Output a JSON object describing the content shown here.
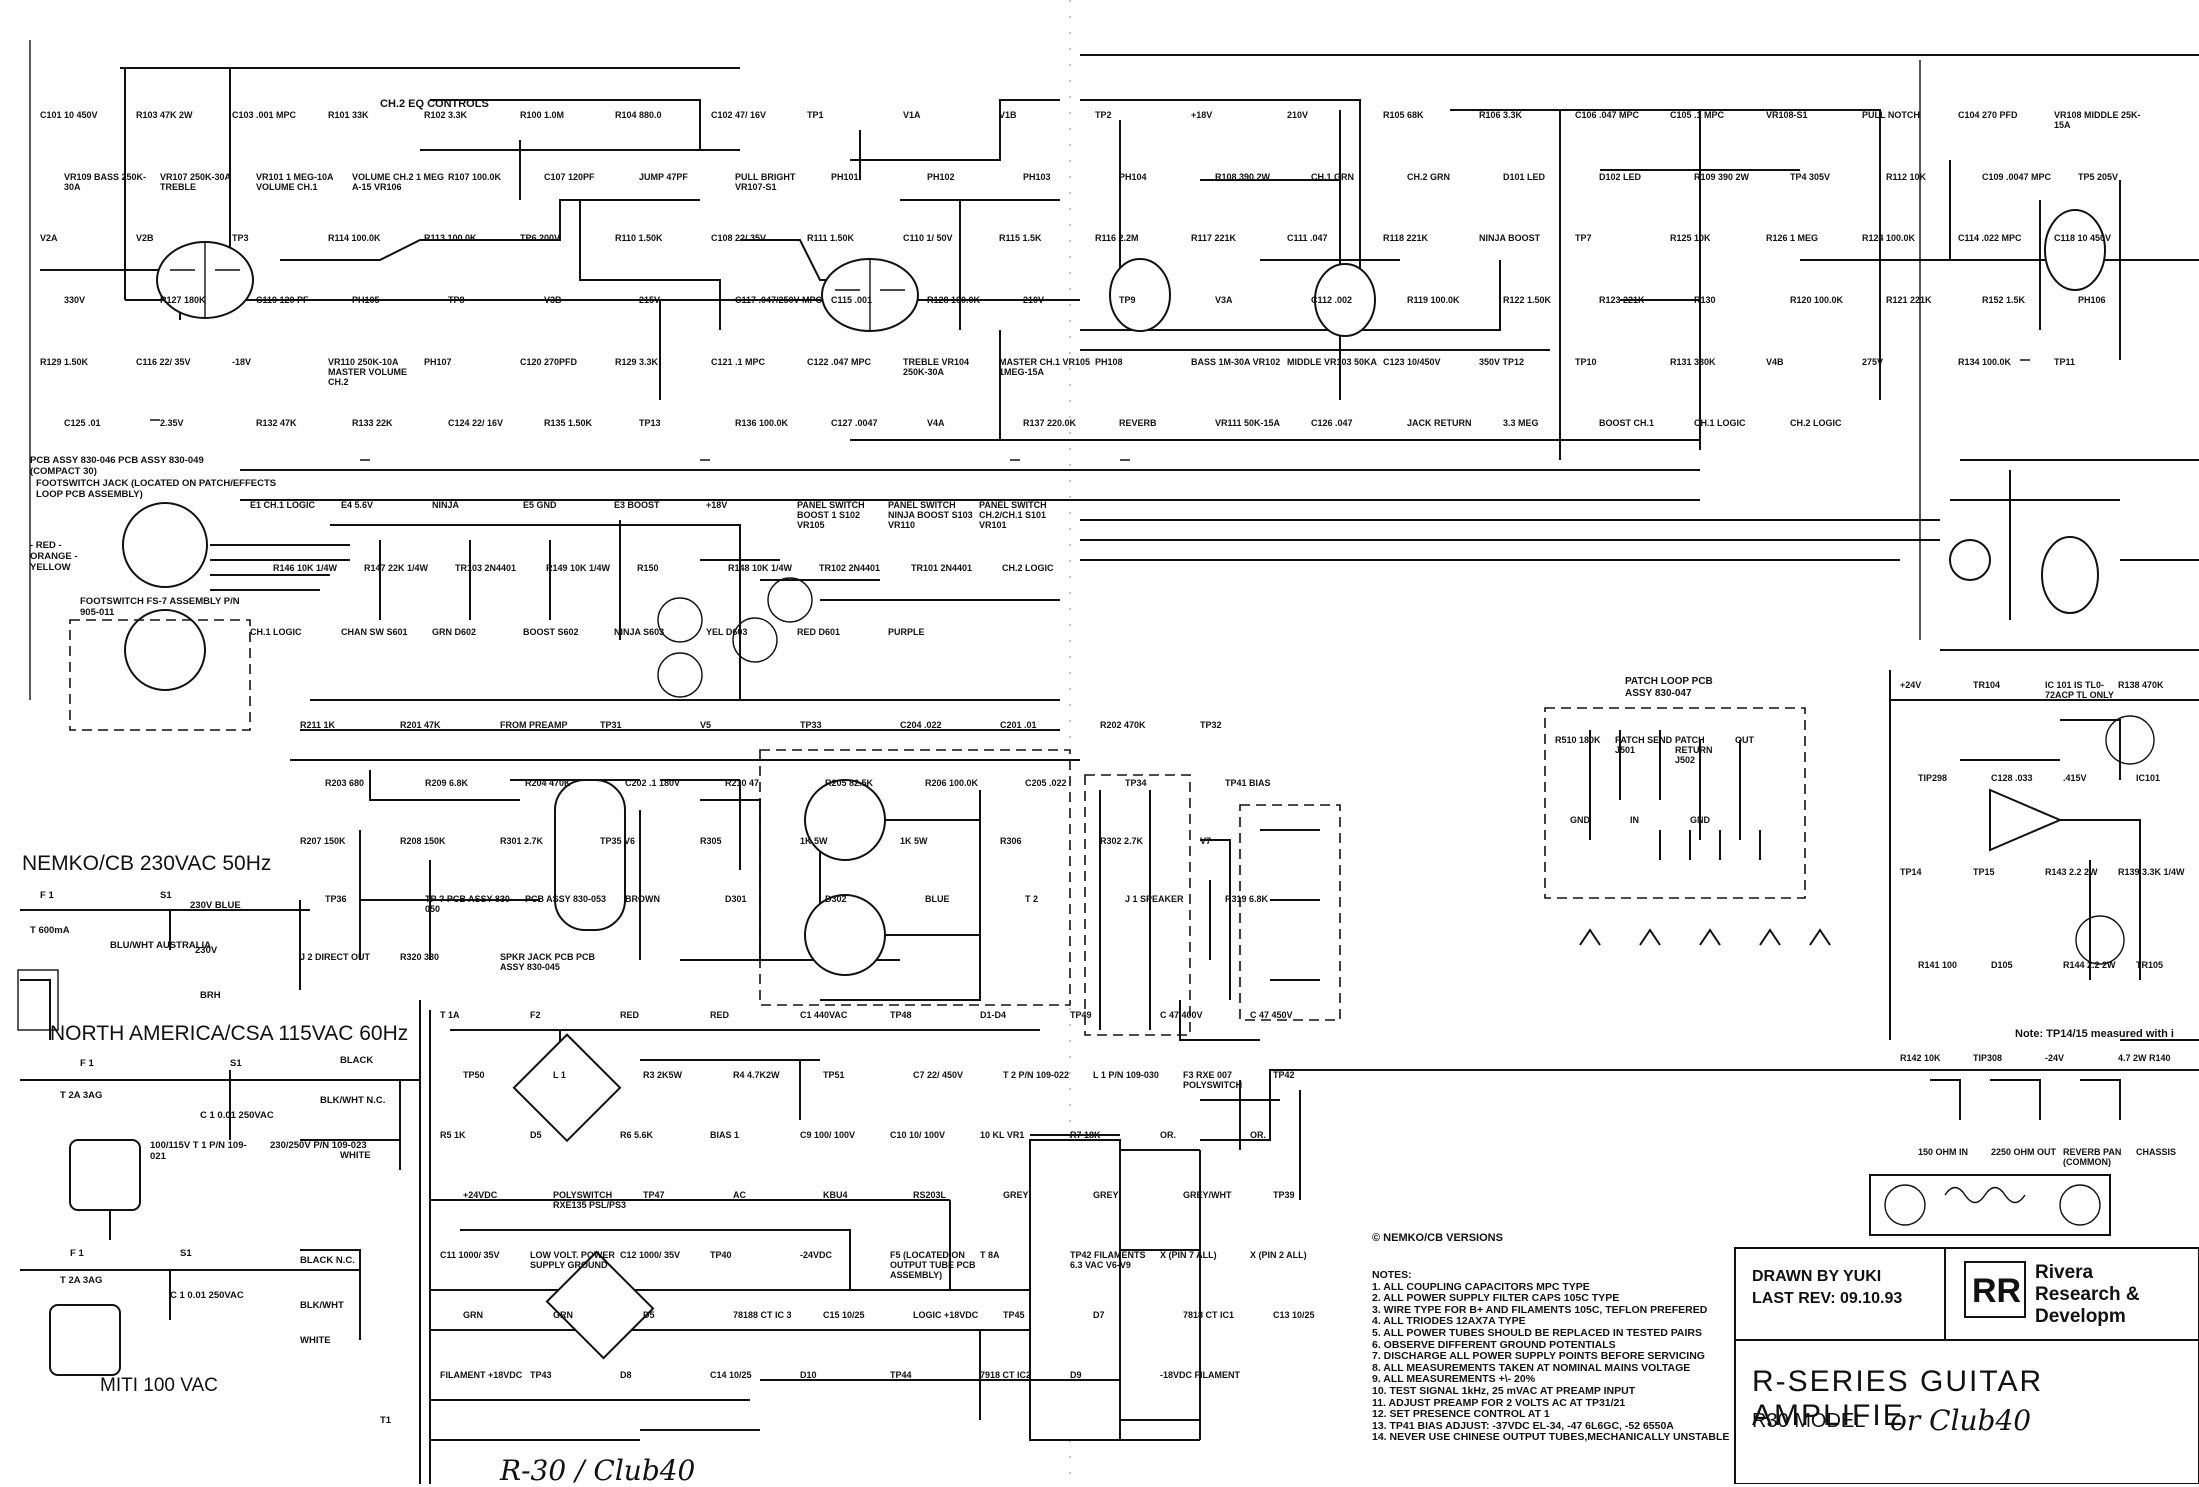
{
  "title_block": {
    "drawn_by": "DRAWN BY YUKI",
    "last_rev": "LAST REV: 09.10.93",
    "company_line1": "Rivera",
    "company_line2": "Research &",
    "company_line3": "Developm",
    "product": "R-SERIES GUITAR AMPLIFIE",
    "model": "R30 MODEL",
    "handwritten_model": "or Club40",
    "logo_letters": "RR"
  },
  "handwritten_footer": "R-30 / Club40",
  "notes": {
    "heading": "NOTES:",
    "items": [
      "1. ALL COUPLING CAPACITORS MPC TYPE",
      "2. ALL POWER SUPPLY FILTER CAPS 105C TYPE",
      "3. WIRE TYPE FOR B+ AND FILAMENTS 105C, TEFLON PREFERED",
      "4. ALL TRIODES 12AX7A TYPE",
      "5. ALL POWER TUBES SHOULD BE REPLACED IN TESTED PAIRS",
      "6. OBSERVE DIFFERENT GROUND POTENTIALS",
      "7. DISCHARGE ALL POWER SUPPLY POINTS BEFORE SERVICING",
      "8. ALL MEASUREMENTS TAKEN AT NOMINAL MAINS VOLTAGE",
      "9. ALL MEASUREMENTS +\\- 20%",
      "10. TEST SIGNAL 1kHz, 25 mVAC AT PREAMP INPUT",
      "11. ADJUST PREAMP FOR 2 VOLTS AC AT TP31/21",
      "12. SET PRESENCE CONTROL AT 1",
      "13. TP41 BIAS ADJUST: -37VDC EL-34, -47 6L6GC, -52 6550A",
      "14. NEVER USE CHINESE OUTPUT TUBES,MECHANICALLY UNSTABLE"
    ],
    "nemko_note": "© NEMKO/CB VERSIONS",
    "tp_note": "Note: TP14/15 measured with i"
  },
  "mains": {
    "nemko": "NEMKO/CB 230VAC 50Hz",
    "nemko_fuse": "F 1",
    "nemko_fuse_val": "T 600mA",
    "nemko_switch": "S1",
    "nemko_blue": "230V BLUE",
    "nemko_aus": "BLU/WHT AUSTRALIA",
    "nemko_230": "230V",
    "nemko_brh": "BRH",
    "na": "NORTH AMERICA/CSA 115VAC 60Hz",
    "na_fuse": "F 1",
    "na_fuse_val": "T 2A 3AG",
    "na_switch": "S1",
    "na_black": "BLACK",
    "na_blkwht": "BLK/WHT N.C.",
    "na_white": "WHITE",
    "na_cap": "C 1 0.01 250VAC",
    "na_pn1": "100/115V T 1 P/N 109-021",
    "na_pn2": "230/250V P/N 109-023",
    "miti": "MITI 100 VAC",
    "miti_fuse": "F 1",
    "miti_fuse_val": "T 2A 3AG",
    "miti_switch": "S1",
    "miti_black": "BLACK N.C.",
    "miti_blkwht": "BLK/WHT",
    "miti_white": "WHITE",
    "miti_cap": "C 1 0.01 250VAC",
    "miti_t1": "T1"
  },
  "preamp": {
    "eq_title": "CH.2 EQ CONTROLS",
    "labels": [
      "C101 10 450V",
      "R103 47K 2W",
      "C103 .001 MPC",
      "R101 33K",
      "R102 3.3K",
      "R100 1.0M",
      "R104 880.0",
      "C102 47/ 16V",
      "TP1",
      "V1A",
      "V1B",
      "TP2",
      "+18V",
      "210V",
      "R105 68K",
      "R106 3.3K",
      "C106 .047 MPC",
      "C105 .1 MPC",
      "VR108-S1",
      "PULL NOTCH",
      "C104 270 PFD",
      "VR108 MIDDLE 25K-15A",
      "VR109 BASS 250K-30A",
      "VR107 250K-30A TREBLE",
      "VR101 1 MEG-10A VOLUME CH.1",
      "VOLUME CH.2 1 MEG A-15 VR106",
      "R107 100.0K",
      "C107 120PF",
      "JUMP 47PF",
      "PULL BRIGHT VR107-S1",
      "PH101",
      "PH102",
      "PH103",
      "PH104",
      "R108 390 2W",
      "CH.1 GRN",
      "CH.2 GRN",
      "D101 LED",
      "D102 LED",
      "R109 390 2W",
      "TP4 305V",
      "R112 10K",
      "C109 .0047 MPC",
      "TP5 205V",
      "V2A",
      "V2B",
      "TP3",
      "R114 100.0K",
      "R113 100.0K",
      "TP6 200V",
      "R110 1.50K",
      "C108 22/ 35V",
      "R111 1.50K",
      "C110 1/ 50V",
      "R115 1.5K",
      "R116 2.2M",
      "R117 221K",
      "C111 .047",
      "R118 221K",
      "NINJA BOOST",
      "TP7",
      "R125 10K",
      "R126 1 MEG",
      "R124 100.0K",
      "C114 .022 MPC",
      "C118 10 450V",
      "330V",
      "R127 180K",
      "C119 120 PF",
      "PH105",
      "TP8",
      "V3B",
      "215V",
      "C117 .047/250V MPC",
      "C115 .001",
      "R128 100.0K",
      "210V",
      "TP9",
      "V3A",
      "C112 .002",
      "R119 100.0K",
      "R122 1.50K",
      "R123 221K",
      "R130",
      "R120 100.0K",
      "R121 221K",
      "R152 1.5K",
      "PH106",
      "R129 1.50K",
      "C116 22/ 35V",
      "-18V",
      "VR110 250K-10A MASTER VOLUME CH.2",
      "PH107",
      "C120 270PFD",
      "R129 3.3K",
      "C121 .1 MPC",
      "C122 .047 MPC",
      "TREBLE VR104 250K-30A",
      "MASTER CH.1 VR105 1MEG-15A",
      "PH108",
      "BASS 1M-30A VR102",
      "MIDDLE VR103 50KA",
      "C123 10/450V",
      "350V TP12",
      "TP10",
      "R131 330K",
      "V4B",
      "275V",
      "R134 100.0K",
      "TP11",
      "C125 .01",
      "2.35V",
      "R132 47K",
      "R133 22K",
      "C124 22/ 16V",
      "R135 1.50K",
      "TP13",
      "R136 100.0K",
      "C127 .0047",
      "V4A",
      "R137 220.0K",
      "REVERB",
      "VR111 50K-15A",
      "C126 .047",
      "JACK RETURN",
      "3.3 MEG",
      "BOOST CH.1",
      "CH.1 LOGIC",
      "CH.2 LOGIC"
    ]
  },
  "footswitch": {
    "pcb": "PCB ASSY 830-046 PCB ASSY 830-049 (COMPACT 30)",
    "jack": "FOOTSWITCH JACK (LOCATED ON PATCH/EFFECTS LOOP PCB ASSEMBLY)",
    "colors": "- RED - ORANGE - YELLOW",
    "fs7": "FOOTSWITCH FS-7 ASSEMBLY P/N 905-011",
    "labels": [
      "E1 CH.1 LOGIC",
      "E4 5.6V",
      "NINJA",
      "E5 GND",
      "E3 BOOST",
      "+18V",
      "PANEL SWITCH BOOST 1 S102 VR105",
      "PANEL SWITCH NINJA BOOST S103 VR110",
      "PANEL SWITCH CH.2/CH.1 S101 VR101",
      "R146 10K 1/4W",
      "R147 22K 1/4W",
      "TR103 2N4401",
      "R149 10K 1/4W",
      "R150",
      "R148 10K 1/4W",
      "TR102 2N4401",
      "TR101 2N4401",
      "CH.2 LOGIC",
      "CH.1 LOGIC",
      "CHAN SW S601",
      "GRN D602",
      "BOOST S602",
      "NINJA S603",
      "YEL D603",
      "RED D601",
      "PURPLE"
    ]
  },
  "poweramp": {
    "labels": [
      "R211 1K",
      "R201 47K",
      "FROM PREAMP",
      "TP31",
      "V5",
      "TP33",
      "C204 .022",
      "C201 .01",
      "R202 470K",
      "TP32",
      "R203 680",
      "R209 6.8K",
      "R204 470K",
      "C202 .1 180V",
      "R210 47",
      "R205 82.5K",
      "R206 100.0K",
      "C205 .022",
      "TP34",
      "TP41 BIAS",
      "R207 150K",
      "R208 150K",
      "R301 2.7K",
      "TP35 V6",
      "R305",
      "1K 5W",
      "1K 5W",
      "R306",
      "R302 2.7K",
      "V7",
      "TP36",
      "TP ? PCB ASSY 830-050",
      "PCB ASSY 830-053",
      "BROWN",
      "D301",
      "D302",
      "BLUE",
      "T 2",
      "J 1 SPEAKER",
      "R319 6.8K",
      "J 2 DIRECT OUT",
      "R320 330",
      "SPKR JACK PCB PCB ASSY 830-045"
    ]
  },
  "psu": {
    "labels": [
      "T 1A",
      "F2",
      "RED",
      "RED",
      "C1 440VAC",
      "TP48",
      "D1-D4",
      "TP49",
      "C 47 400V",
      "C 47 450V",
      "TP50",
      "L 1",
      "R3 2K5W",
      "R4 4.7K2W",
      "TP51",
      "C7 22/ 450V",
      "T 2 P/N 109-022",
      "L 1 P/N 109-030",
      "F3 RXE 007 POLYSWITCH",
      "TP42",
      "R5 1K",
      "D5",
      "R6 5.6K",
      "BIAS 1",
      "C9 100/ 100V",
      "C10 10/ 100V",
      "10 KL VR1",
      "R7 18K",
      "OR.",
      "OR.",
      "+24VDC",
      "POLYSWITCH RXE135 PSL/PS3",
      "TP47",
      "AC",
      "KBU4",
      "RS203L",
      "GREY",
      "GREY",
      "GREY/WHT",
      "TP39",
      "C11 1000/ 35V",
      "LOW VOLT. POWER SUPPLY GROUND",
      "C12 1000/ 35V",
      "TP40",
      "-24VDC",
      "F5 (LOCATED ON OUTPUT TUBE PCB ASSEMBLY)",
      "T 8A",
      "TP42 FILAMENTS 6.3 VAC V6-V9",
      "X (PIN 7 ALL)",
      "X (PIN 2 ALL)",
      "GRN",
      "GRN",
      "D5",
      "78188 CT IC 3",
      "C15 10/25",
      "LOGIC +18VDC",
      "TP45",
      "D7",
      "7818 CT IC1",
      "C13 10/25",
      "FILAMENT +18VDC",
      "TP43",
      "D8",
      "C14 10/25",
      "D10",
      "TP44",
      "7918 CT IC2",
      "D9",
      "-18VDC FILAMENT"
    ]
  },
  "patch": {
    "title": "PATCH LOOP PCB ASSY 830-047",
    "labels": [
      "R510 180K",
      "PATCH SEND J501",
      "PATCH RETURN J502",
      "OUT",
      "GND",
      "IN",
      "GND"
    ]
  },
  "reverb": {
    "labels": [
      "+24V",
      "TR104",
      "IC 101 IS TL0-72ACP TL ONLY",
      "R138 470K",
      "TIP298",
      "C128 .033",
      ".415V",
      "IC101",
      "TP14",
      "TP15",
      "R143 2.2 2W",
      "R139 3.3K 1/4W",
      "R141 100",
      "D105",
      "R144 2.2 2W",
      "TR105",
      "R142 10K",
      "TIP308",
      "-24V",
      "4.7 2W R140",
      "150 OHM IN",
      "2250 OHM OUT",
      "REVERB PAN (COMMON)",
      "CHASSIS"
    ]
  }
}
